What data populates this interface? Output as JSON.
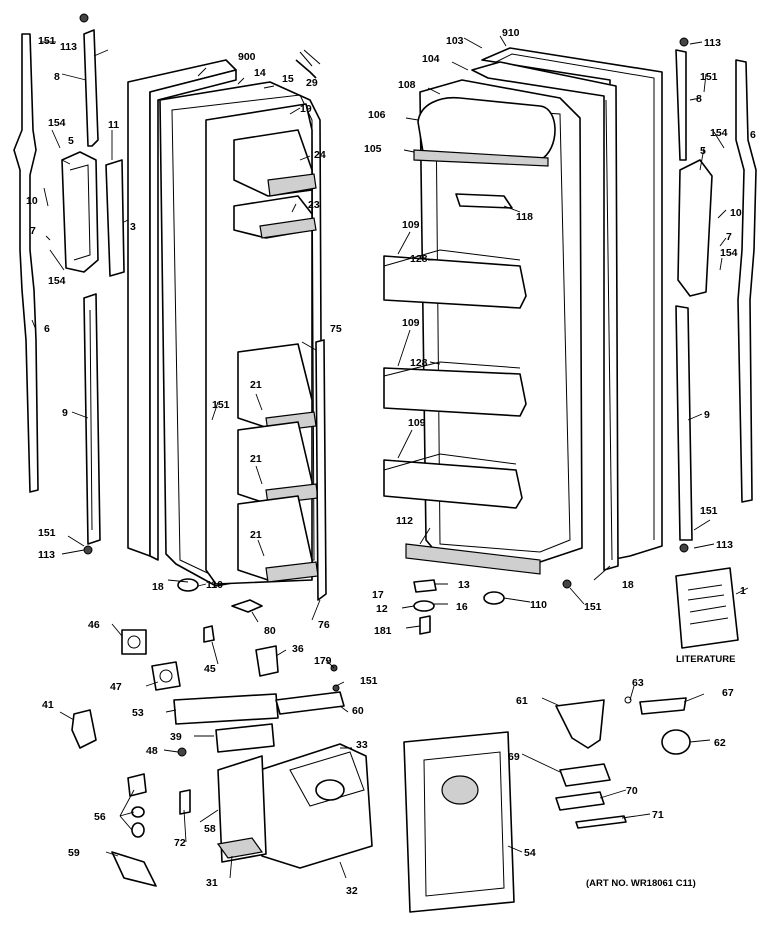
{
  "diagram": {
    "art_number": "(ART NO. WR18061 C11)",
    "literature_label": "LITERATURE",
    "part_numbers": {
      "p1": "1",
      "p3": "3",
      "p5a": "5",
      "p5b": "5",
      "p6a": "6",
      "p6b": "6",
      "p7a": "7",
      "p7b": "7",
      "p8a": "8",
      "p8b": "8",
      "p9a": "9",
      "p9b": "9",
      "p10a": "10",
      "p10b": "10",
      "p11": "11",
      "p12": "12",
      "p13": "13",
      "p14": "14",
      "p15": "15",
      "p16": "16",
      "p17": "17",
      "p18a": "18",
      "p18b": "18",
      "p19": "19",
      "p21a": "21",
      "p21b": "21",
      "p21c": "21",
      "p23": "23",
      "p24": "24",
      "p29": "29",
      "p31": "31",
      "p32": "32",
      "p33": "33",
      "p36": "36",
      "p39": "39",
      "p41": "41",
      "p45": "45",
      "p46": "46",
      "p47": "47",
      "p48": "48",
      "p53": "53",
      "p54": "54",
      "p56": "56",
      "p58": "58",
      "p59": "59",
      "p60": "60",
      "p61": "61",
      "p62": "62",
      "p63": "63",
      "p67": "67",
      "p69": "69",
      "p70": "70",
      "p71": "71",
      "p72": "72",
      "p75": "75",
      "p76": "76",
      "p80": "80",
      "p103": "103",
      "p104": "104",
      "p105": "105",
      "p106": "106",
      "p108": "108",
      "p109a": "109",
      "p109b": "109",
      "p109c": "109",
      "p110a": "110",
      "p110b": "110",
      "p112": "112",
      "p113a": "113",
      "p113b": "113",
      "p113c": "113",
      "p113d": "113",
      "p118": "118",
      "p128a": "128",
      "p128b": "128",
      "p151a": "151",
      "p151b": "151",
      "p151c": "151",
      "p151d": "151",
      "p151e": "151",
      "p151f": "151",
      "p151g": "151",
      "p154a": "154",
      "p154b": "154",
      "p154c": "154",
      "p154d": "154",
      "p179": "179",
      "p181": "181",
      "p900": "900",
      "p910": "910"
    }
  }
}
